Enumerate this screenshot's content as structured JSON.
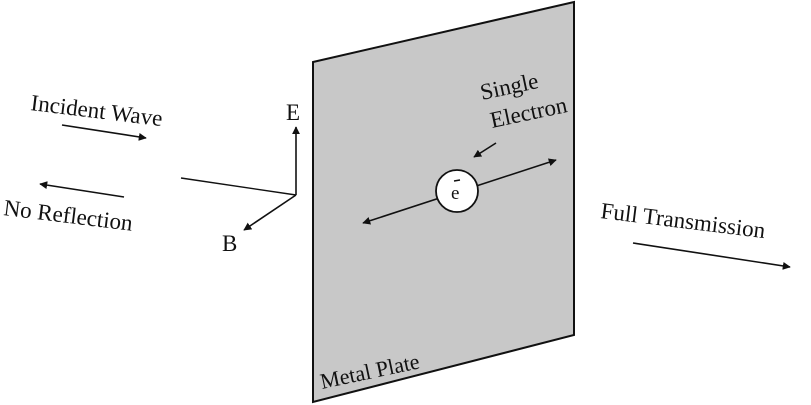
{
  "diagram": {
    "labels": {
      "incident_wave": "Incident Wave",
      "no_reflection": "No Reflection",
      "full_transmission": "Full Transmission",
      "field_e": "E",
      "field_b": "B",
      "single": "Single",
      "electron": "Electron",
      "plate": "Metal Plate",
      "electron_symbol": "e"
    },
    "colors": {
      "plate_fill": "#c8c8c8",
      "stroke": "#111111",
      "background": "#ffffff"
    }
  }
}
